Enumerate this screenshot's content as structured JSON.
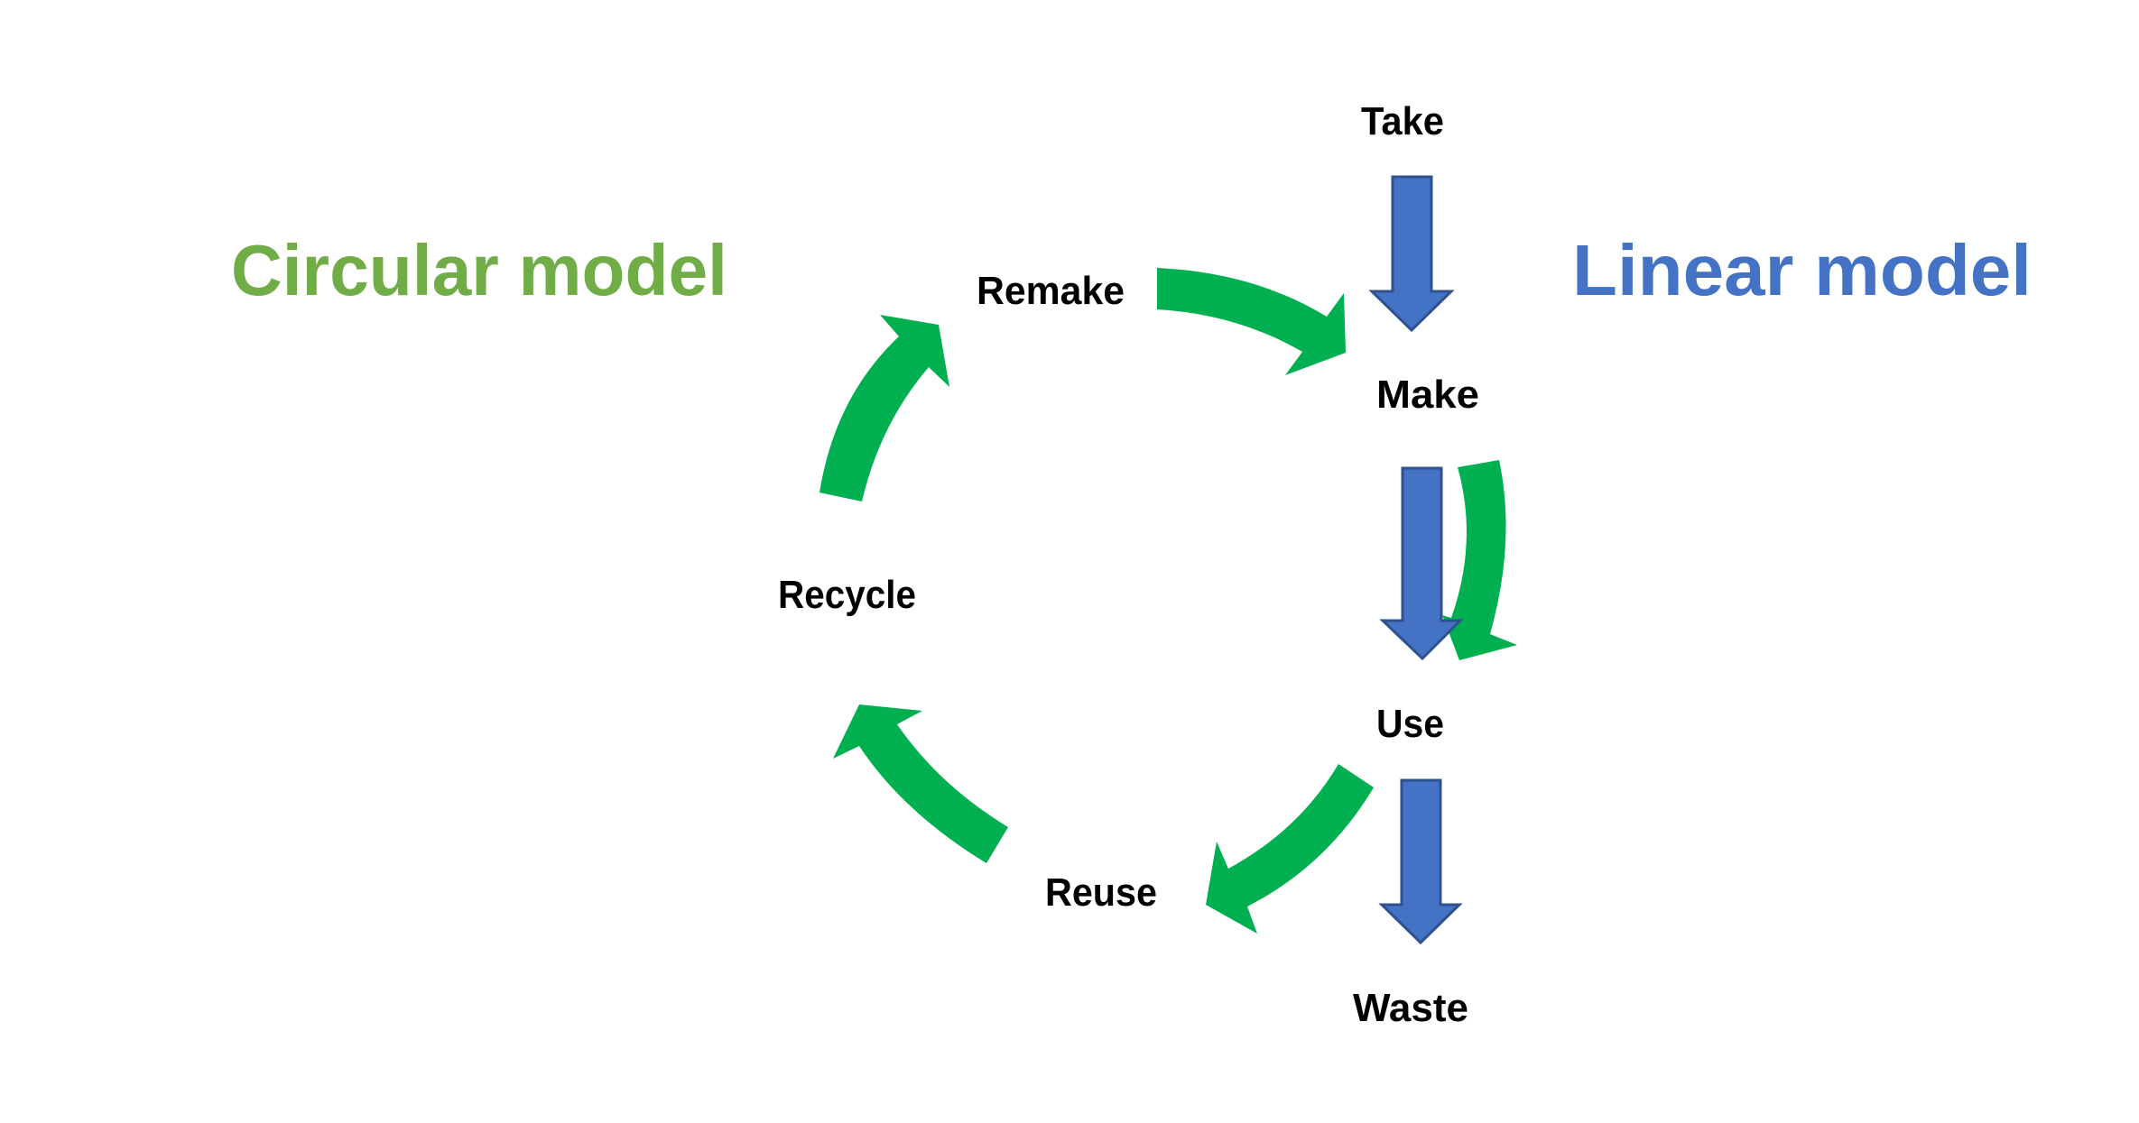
{
  "titles": {
    "circular": "Circular model",
    "linear": "Linear model"
  },
  "colors": {
    "circular_title": "#70AD47",
    "linear_title": "#4472C4",
    "circular_arrow": "#00B050",
    "linear_arrow": "#4472C4",
    "linear_arrow_outline": "#2F528F",
    "label_text": "#000000"
  },
  "linear_steps": [
    "Take",
    "Make",
    "Use",
    "Waste"
  ],
  "circular_steps": [
    "Make",
    "Use",
    "Reuse",
    "Recycle",
    "Remake"
  ],
  "labels": {
    "take": "Take",
    "make": "Make",
    "use": "Use",
    "waste": "Waste",
    "reuse": "Reuse",
    "recycle": "Recycle",
    "remake": "Remake"
  },
  "flows": {
    "linear": [
      {
        "from": "Take",
        "to": "Make"
      },
      {
        "from": "Make",
        "to": "Use"
      },
      {
        "from": "Use",
        "to": "Waste"
      }
    ],
    "circular": [
      {
        "from": "Remake",
        "to": "Make"
      },
      {
        "from": "Make",
        "to": "Use"
      },
      {
        "from": "Use",
        "to": "Reuse"
      },
      {
        "from": "Reuse",
        "to": "Recycle"
      },
      {
        "from": "Recycle",
        "to": "Remake"
      }
    ]
  }
}
